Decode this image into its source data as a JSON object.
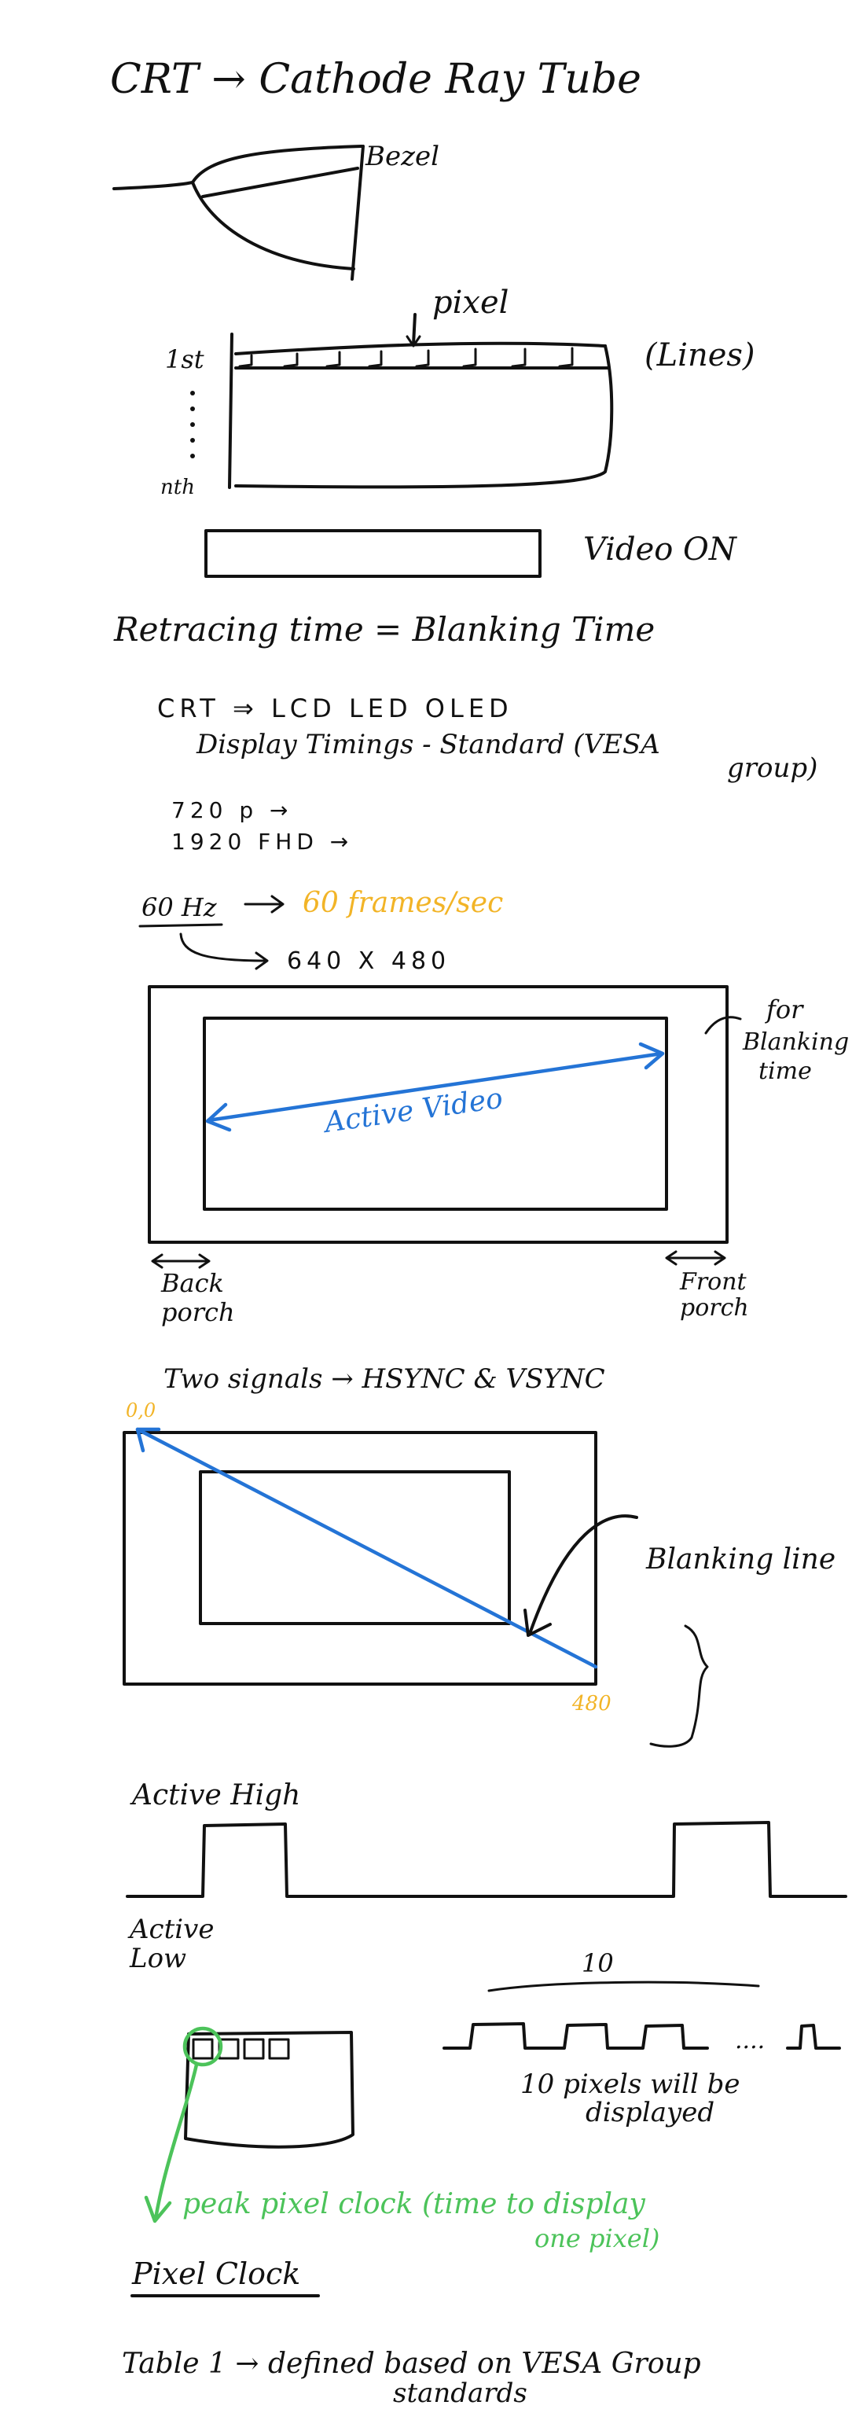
{
  "colors": {
    "ink": "#111111",
    "blue_annotation": "#2474d6",
    "yellow_annotation": "#f2b427",
    "green_annotation": "#4cc35a"
  },
  "notes": {
    "title": "CRT → Cathode Ray Tube",
    "bezel_label": "Bezel",
    "pixel_label": "pixel",
    "first_row_label": "1st",
    "nth_row_label": "nth",
    "lines_label": "(Lines)",
    "video_on": "Video ON",
    "retracing": "Retracing time = Blanking Time",
    "display_types": "CRT ⇒ LCD LED OLED",
    "display_timings": "Display Timings - Standard (VESA",
    "vesa_group": "group)",
    "res_720": "720 p →",
    "res_1920": "1920 FHD →",
    "hz": "60 Hz",
    "frames_per_sec": "60 frames/sec",
    "resolution": "640 X 480",
    "for_blanking": "for",
    "blanking_word": "Blanking",
    "time_word": "time",
    "active_video": "Active Video",
    "back": "Back",
    "back_porch": "porch",
    "front": "Front",
    "front_porch": "porch",
    "two_signals": "Two signals → HSYNC & VSYNC",
    "origin": "0,0",
    "blanking_line": "Blanking line",
    "end_480": "480",
    "active_high": "Active High",
    "active": "Active",
    "low": "Low",
    "ten": "10",
    "ten_pixels_1": "10 pixels will be",
    "ten_pixels_2": "displayed",
    "peak_clock_1": "peak pixel clock (time to display",
    "peak_clock_2": "one pixel)",
    "pixel_clock": "Pixel Clock",
    "table_1": "Table 1 → defined based on VESA Group",
    "table_2": "standards"
  }
}
